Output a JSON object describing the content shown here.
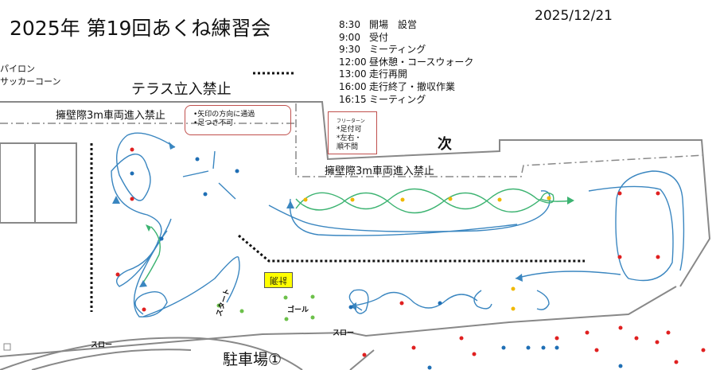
{
  "title": "2025年 第19回あくね練習会",
  "date": "2025/12/21",
  "legend": [
    "パイロン",
    "サッカーコーン"
  ],
  "labels": {
    "terrace": "テラス立入禁止",
    "wall_no_entry": "擁壁際3m車両進入禁止",
    "next": "次",
    "timing": "計測",
    "start": "スタート",
    "goal": "ゴール",
    "slow": "スロー",
    "parking": "駐車場①"
  },
  "schedule": [
    {
      "time": "8:30",
      "event": "開場　設営"
    },
    {
      "time": "9:00",
      "event": "受付"
    },
    {
      "time": "9:30",
      "event": "ミーティング"
    },
    {
      "time": "12:00",
      "event": "昼休憩・コースウォーク"
    },
    {
      "time": "13:00",
      "event": "走行再開"
    },
    {
      "time": "16:00",
      "event": "走行終了・撤収作業"
    },
    {
      "time": "16:15",
      "event": "ミーティング"
    }
  ],
  "notes": {
    "rule1": "•矢印の方向に通過",
    "rule2": "•足つき不可",
    "free_turn_title": "フリーターン",
    "free_turn_1": "*足付可",
    "free_turn_2": "*左右・",
    "free_turn_3": "順不問"
  },
  "colors": {
    "course_blue": "#3a86c0",
    "course_green": "#3cb371",
    "pylon_red": "#e02020",
    "cone_blue": "#1f6fb5",
    "cone_yellow": "#f0b800",
    "cone_green": "#6cc04a",
    "note_border": "#c0504d",
    "timing_bg": "#ffff00"
  }
}
